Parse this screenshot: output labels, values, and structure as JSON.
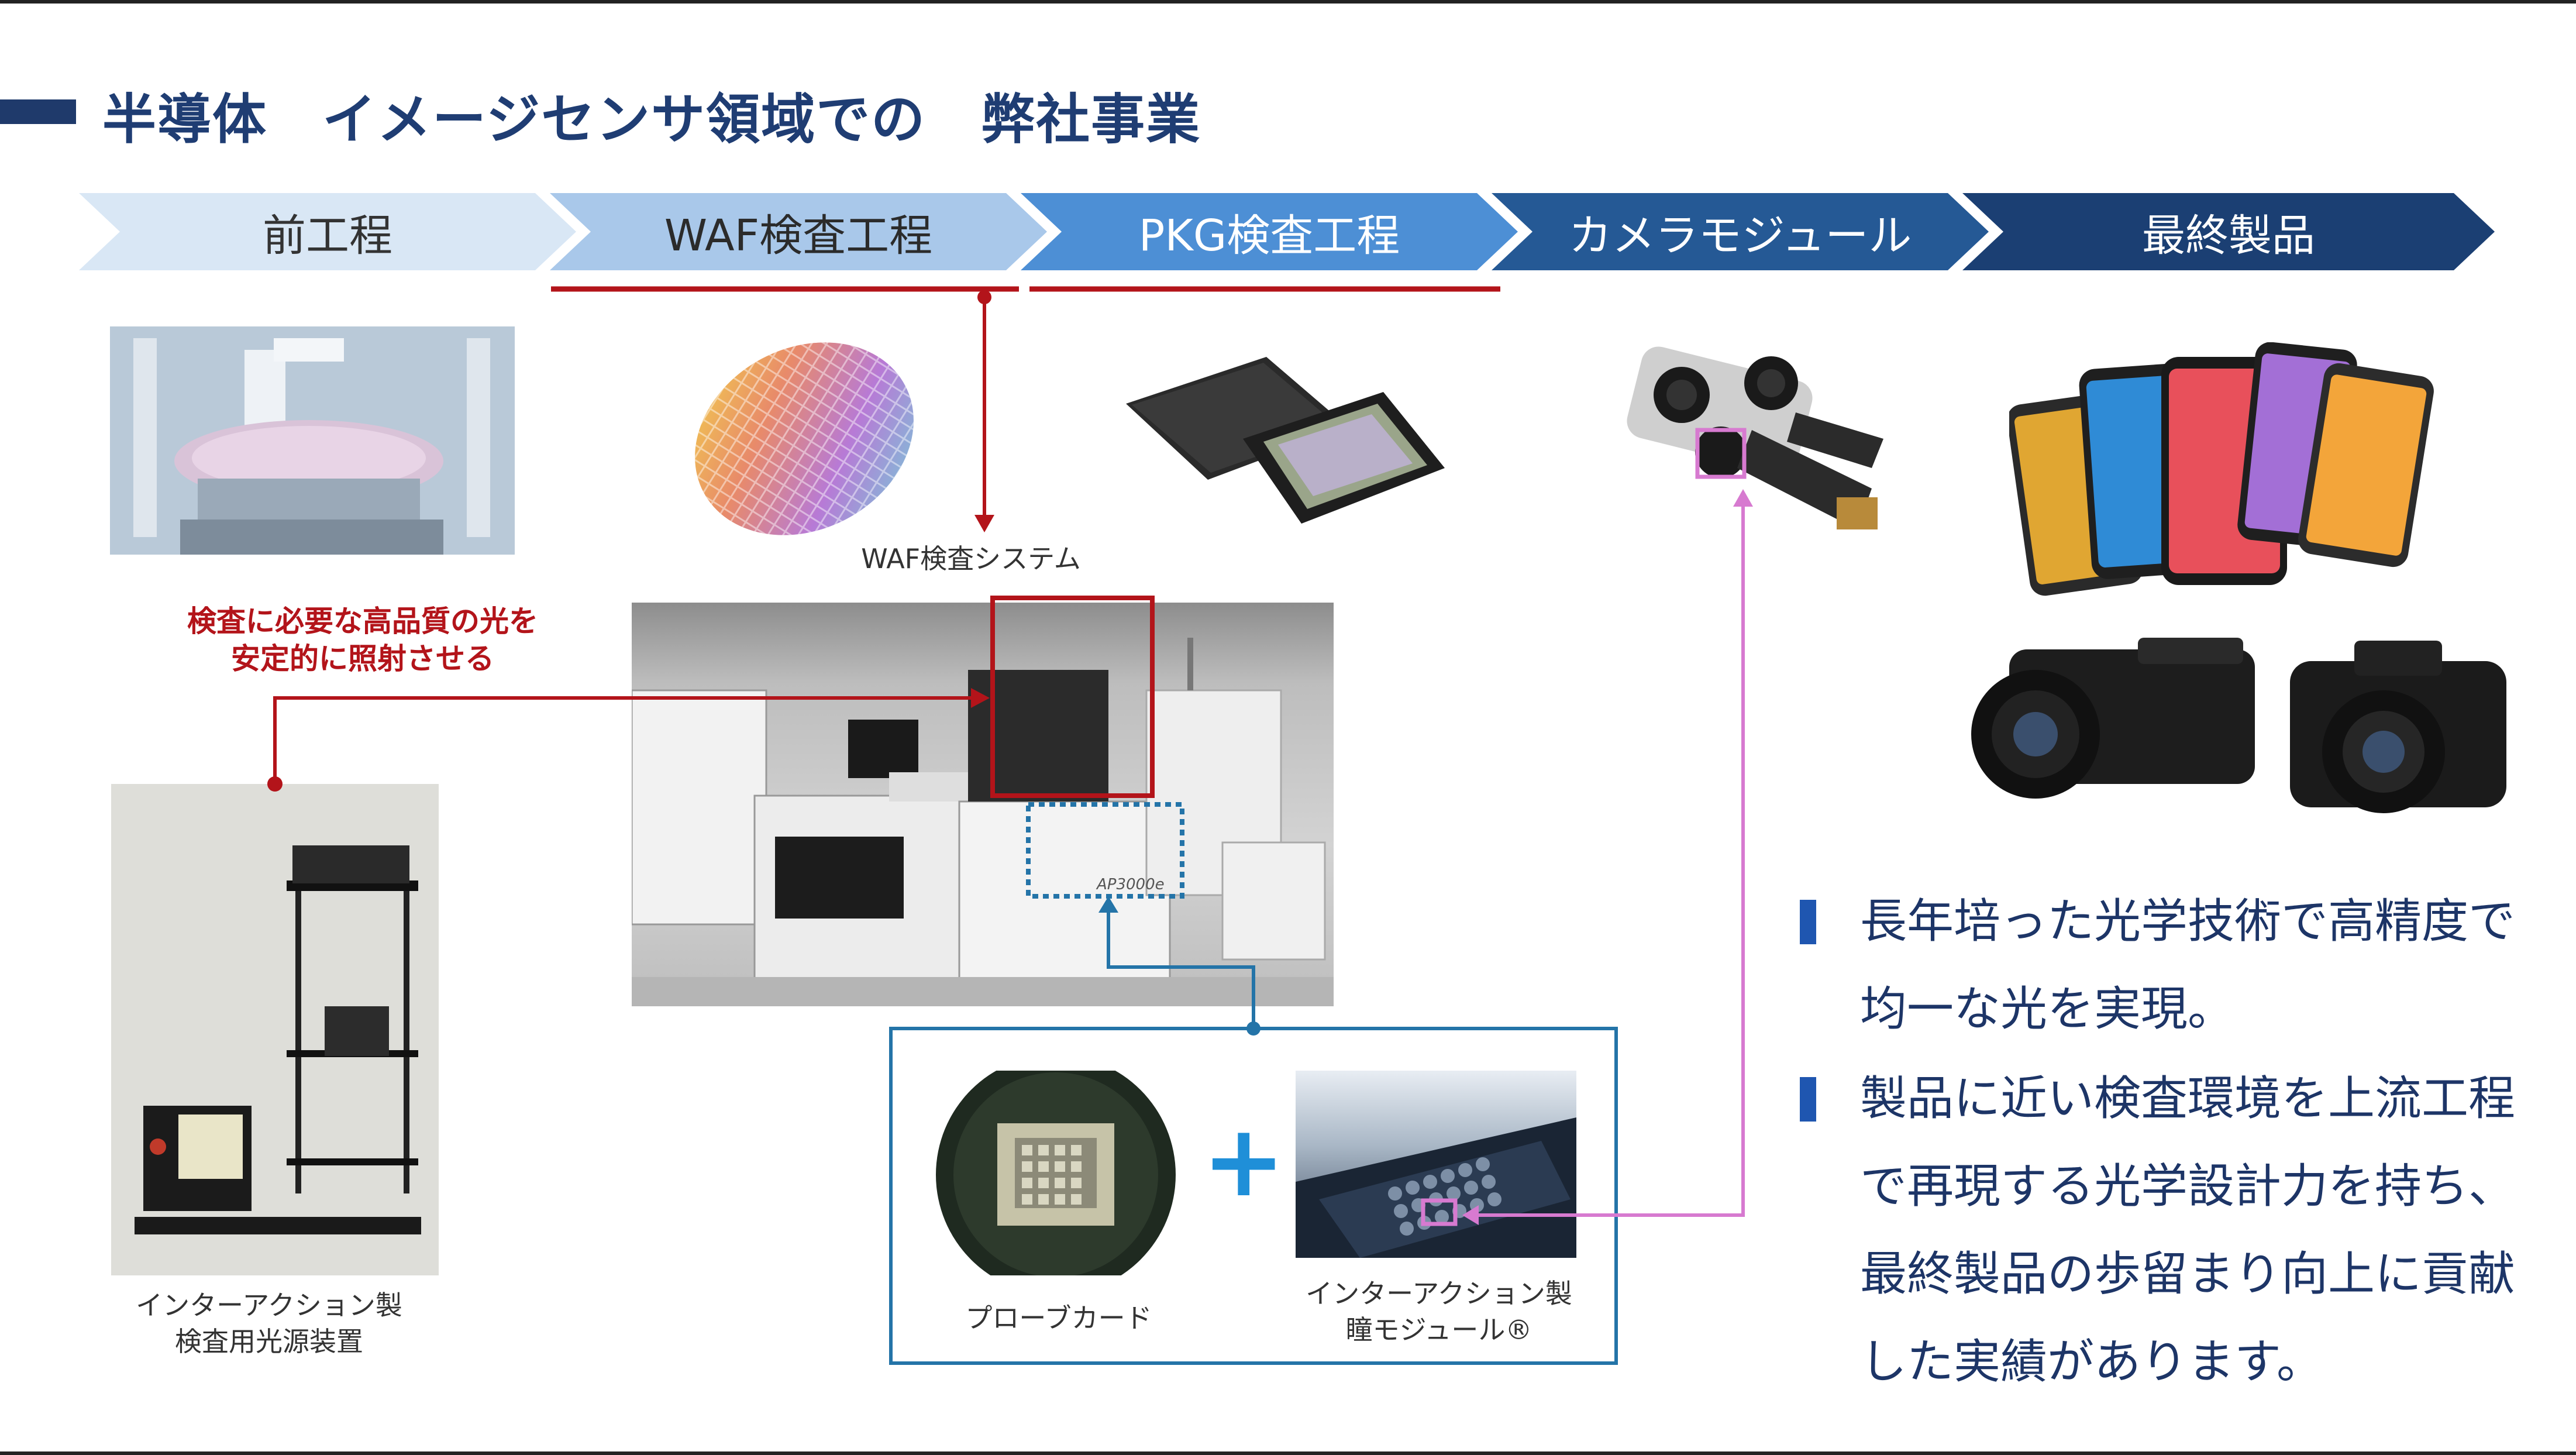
{
  "slide": {
    "title": "半導体　イメージセンサ領域での　弊社事業"
  },
  "process_steps": [
    {
      "label": "前工程",
      "color": "#d9e7f5"
    },
    {
      "label": "WAF検査工程",
      "color": "#a9c8ea"
    },
    {
      "label": "PKG検査工程",
      "color": "#4d8fd5"
    },
    {
      "label": "カメラモジュール",
      "color": "#255995"
    },
    {
      "label": "最終製品",
      "color": "#1b3f73"
    }
  ],
  "labels": {
    "waf_system": "WAF検査システム",
    "callout_line1": "検査に必要な高品質の光を",
    "callout_line2": "安定的に照射させる",
    "light_source_line1": "インターアクション製",
    "light_source_line2": "検査用光源装置",
    "probe_card": "プローブカード",
    "pupil_module_line1": "インターアクション製",
    "pupil_module_line2": "瞳モジュール®",
    "plus": "+",
    "machine_model": "AP3000e"
  },
  "points": [
    {
      "lines": [
        "長年培った光学技術で高精度で",
        "均一な光を実現。"
      ]
    },
    {
      "lines": [
        "製品に近い検査環境を上流工程",
        "で再現する光学設計力を持ち、",
        "最終製品の歩留まり向上に貢献",
        "した実績があります。"
      ]
    }
  ],
  "colors": {
    "title": "#1f3d73",
    "accent_red": "#b3141a",
    "blue_frame": "#2474a8",
    "pink_link": "#d77ad0",
    "bullet": "#1f56b0"
  }
}
